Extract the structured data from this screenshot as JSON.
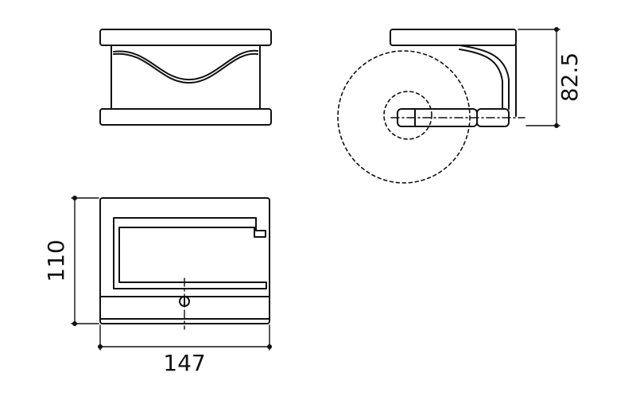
{
  "dimensions": {
    "depth": "82.5",
    "height": "110",
    "width": "147"
  },
  "colors": {
    "line": "#111111",
    "background": "#ffffff"
  }
}
